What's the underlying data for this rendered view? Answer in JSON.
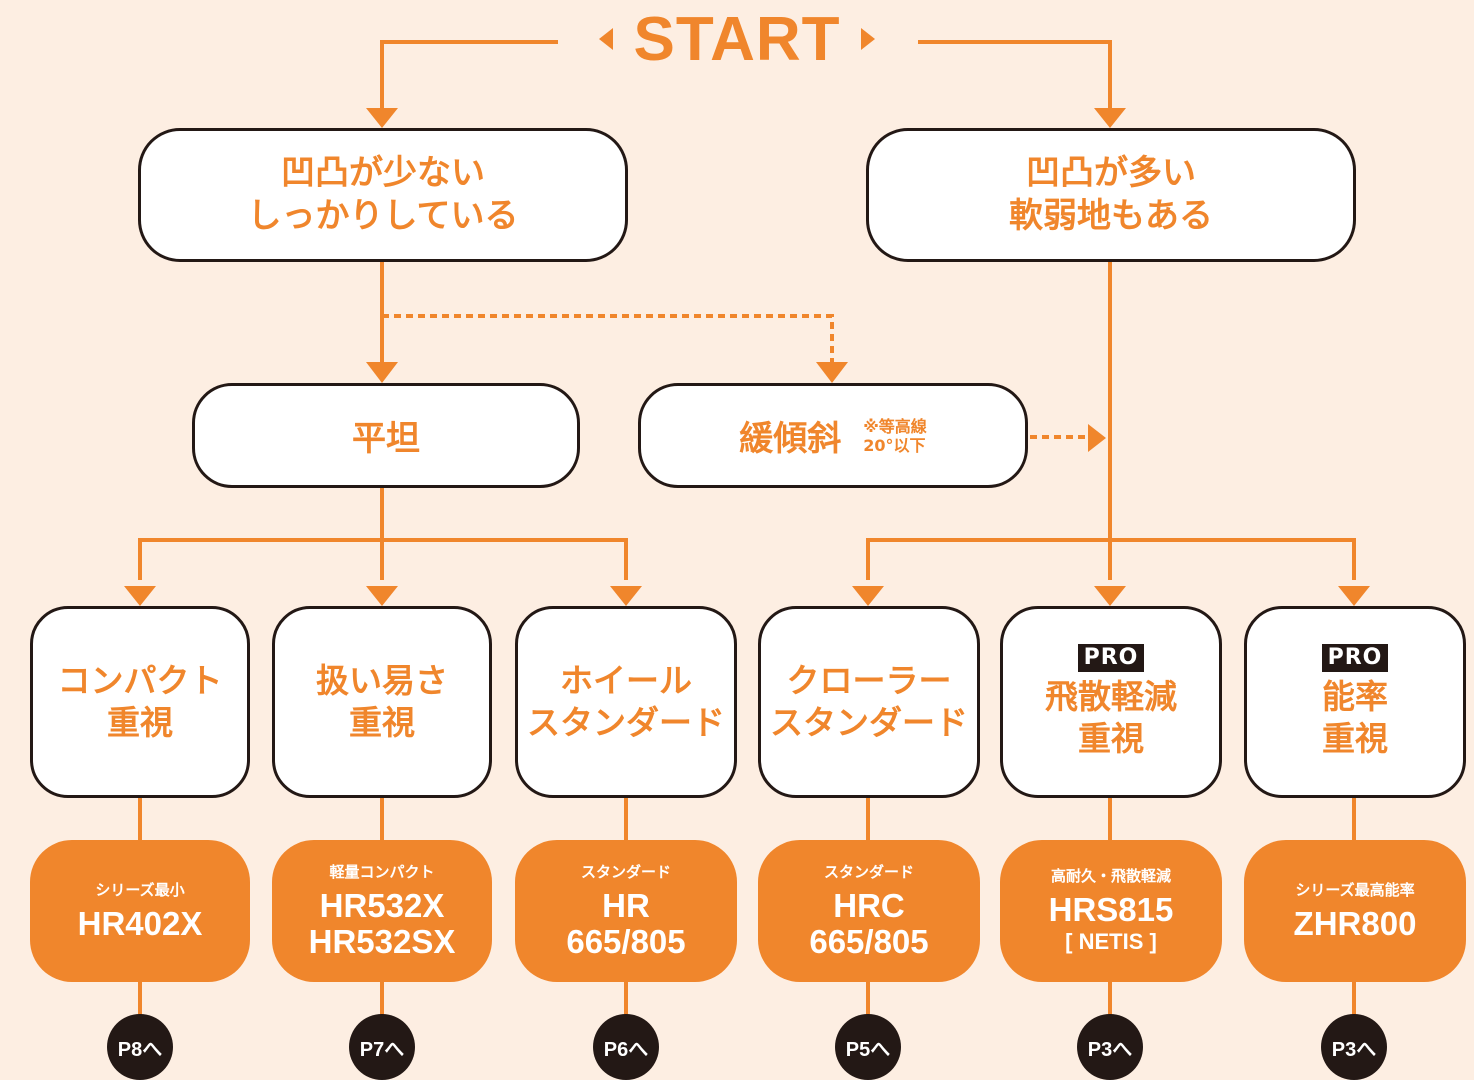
{
  "start": {
    "label": "START"
  },
  "conditions": [
    {
      "lines": [
        "凹凸が少ない",
        "しっかりしている"
      ]
    },
    {
      "lines": [
        "凹凸が多い",
        "軟弱地もある"
      ]
    }
  ],
  "terrain": {
    "flat": "平坦",
    "gentle": "緩傾斜",
    "gentle_note": [
      "※等高線",
      "20°以下"
    ]
  },
  "categories": [
    {
      "lines": [
        "コンパクト",
        "重視"
      ],
      "pro": ""
    },
    {
      "lines": [
        "扱い易さ",
        "重視"
      ],
      "pro": ""
    },
    {
      "lines": [
        "ホイール",
        "スタンダード"
      ],
      "pro": ""
    },
    {
      "lines": [
        "クローラー",
        "スタンダード"
      ],
      "pro": ""
    },
    {
      "lines": [
        "飛散軽減",
        "重視"
      ],
      "pro": "PRO"
    },
    {
      "lines": [
        "能率",
        "重視"
      ],
      "pro": "PRO"
    }
  ],
  "products": [
    {
      "sub": "シリーズ最小",
      "model": [
        "HR402X"
      ],
      "extra": ""
    },
    {
      "sub": "軽量コンパクト",
      "model": [
        "HR532X",
        "HR532SX"
      ],
      "extra": ""
    },
    {
      "sub": "スタンダード",
      "model": [
        "HR",
        "665/805"
      ],
      "extra": ""
    },
    {
      "sub": "スタンダード",
      "model": [
        "HRC",
        "665/805"
      ],
      "extra": ""
    },
    {
      "sub": "高耐久・飛散軽減",
      "model": [
        "HRS815"
      ],
      "extra": "[ NETIS ]"
    },
    {
      "sub": "シリーズ最高能率",
      "model": [
        "ZHR800"
      ],
      "extra": ""
    }
  ],
  "pages": [
    "P8へ",
    "P7へ",
    "P6へ",
    "P5へ",
    "P3へ",
    "P3へ"
  ],
  "colors": {
    "accent": "#f0862c",
    "ink": "#231815",
    "background": "#fdeee2",
    "box": "#ffffff"
  }
}
